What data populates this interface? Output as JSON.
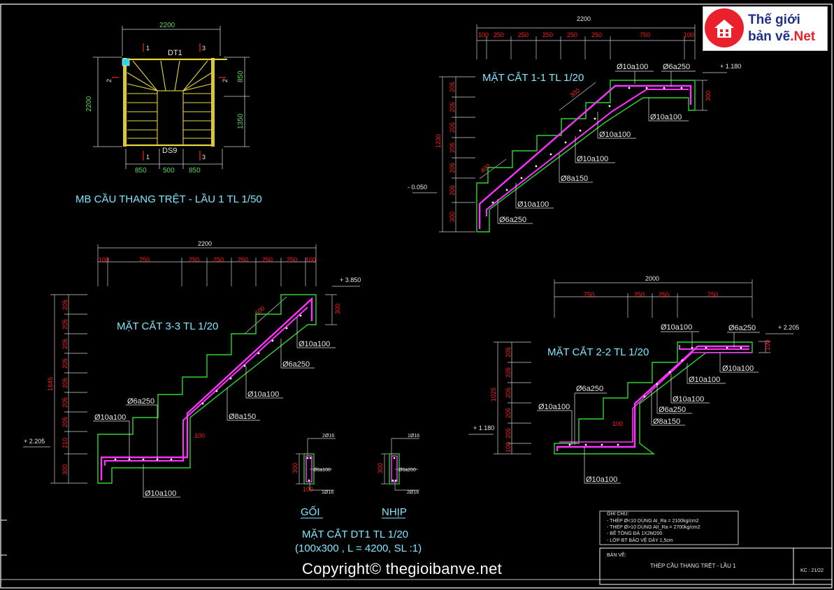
{
  "plan": {
    "title": "MB CẦU THANG TRỆT - LẦU 1 TL 1/50",
    "dim_top": "2200",
    "dim_left": "2200",
    "dim_right_a": "850",
    "dim_right_b": "1350",
    "dim_bottom": [
      "850",
      "500",
      "850"
    ],
    "beam_top": "DT1",
    "beam_bottom": "DS9",
    "sec1": "1",
    "sec2": "2",
    "sec3": "3"
  },
  "section11": {
    "title": "MẶT CẮT 1-1 TL 1/20",
    "dim_total": "2200",
    "dims": [
      "100",
      "250",
      "250",
      "250",
      "250",
      "250",
      "750",
      "100"
    ],
    "left_dims": [
      "205",
      "205",
      "205",
      "205",
      "205",
      "205",
      "300"
    ],
    "total_height": "1230",
    "level_top": "+ 1.180",
    "level_bot": "- 0.050",
    "right_dim": "300",
    "incline_a": "300",
    "incline_b": "400",
    "labels": [
      "Ø10a100",
      "Ø6a250",
      "Ø10a100",
      "Ø10a100",
      "Ø10a100",
      "Ø8a150",
      "Ø10a100",
      "Ø6a250"
    ]
  },
  "section33": {
    "title": "MẶT CẮT 3-3 TL 1/20",
    "dim_total": "2200",
    "dims": [
      "100",
      "750",
      "250",
      "250",
      "250",
      "250",
      "250",
      "100"
    ],
    "left_dims": [
      "205",
      "205",
      "205",
      "205",
      "205",
      "205",
      "205",
      "210",
      "300"
    ],
    "total_height": "1645",
    "level_top": "+ 3.850",
    "level_bot": "+ 2.205",
    "right_dim": "300",
    "incline": "600",
    "mid_dim": "100",
    "labels": [
      "Ø10a100",
      "Ø6a250",
      "Ø10a100",
      "Ø8a150",
      "Ø6a250",
      "Ø10a100",
      "Ø10a100"
    ]
  },
  "section22": {
    "title": "MẶT CẮT 2-2 TL 1/20",
    "dim_total": "2000",
    "dims": [
      "750",
      "250",
      "250",
      "750"
    ],
    "left_dims": [
      "205",
      "205",
      "205",
      "205",
      "205",
      "100"
    ],
    "total_height": "1025",
    "level_top": "+ 2.205",
    "level_bot": "+ 1.180",
    "right_dim": "100",
    "mid_dim": "100",
    "labels": [
      "Ø10a100",
      "Ø6a250",
      "Ø10a100",
      "Ø10a100",
      "Ø10a100",
      "Ø6a250",
      "Ø8a150",
      "Ø6a250",
      "Ø10a100",
      "Ø10a100"
    ]
  },
  "dt1": {
    "title": "MẶT CẮT  DT1 TL 1/20",
    "subtitle": "(100x300 , L = 4200, SL :1)",
    "goi": "GỐI",
    "nhip": "NHỊP",
    "goi_top": "2Ø16",
    "goi_stir": "Ø6a100",
    "goi_bot": "1Ø16",
    "nhip_top": "1Ø16",
    "nhip_stir": "Ø6a200",
    "nhip_bot": "2Ø16",
    "height": "300",
    "width": "100"
  },
  "notes": {
    "heading": "GHI CHÚ:",
    "lines": [
      "- THÉP Ø<10 DÙNG AI_Ra = 2100kg/cm2",
      "- THÉP Ø>10 DÙNG AII_Ra = 2700kg/cm2",
      "- BÊ TÔNG ĐÁ 1X2M200",
      "- LỚP BT BẢO VỆ DÀY 1,5cm"
    ]
  },
  "titleblock": {
    "label": "BẢN VẼ:",
    "name": "THÉP CẦU THANG TRỆT - LẦU 1",
    "code": "KC : 21/22"
  },
  "logo": {
    "line1": "Thế giới",
    "line2a": "bản vẽ",
    "line2b": ".Net"
  },
  "copyright": "Copyright© thegioibanve.net",
  "colors": {
    "background": "#000000",
    "concrete": "#2fd62f",
    "rebar": "#ff33ff",
    "stairs": "#e8d840",
    "dimension": "#d8d8d8",
    "title": "#7fe8ff",
    "section_mark": "#ff2020",
    "brand_red": "#e8212c",
    "brand_blue": "#1d2f8a"
  }
}
